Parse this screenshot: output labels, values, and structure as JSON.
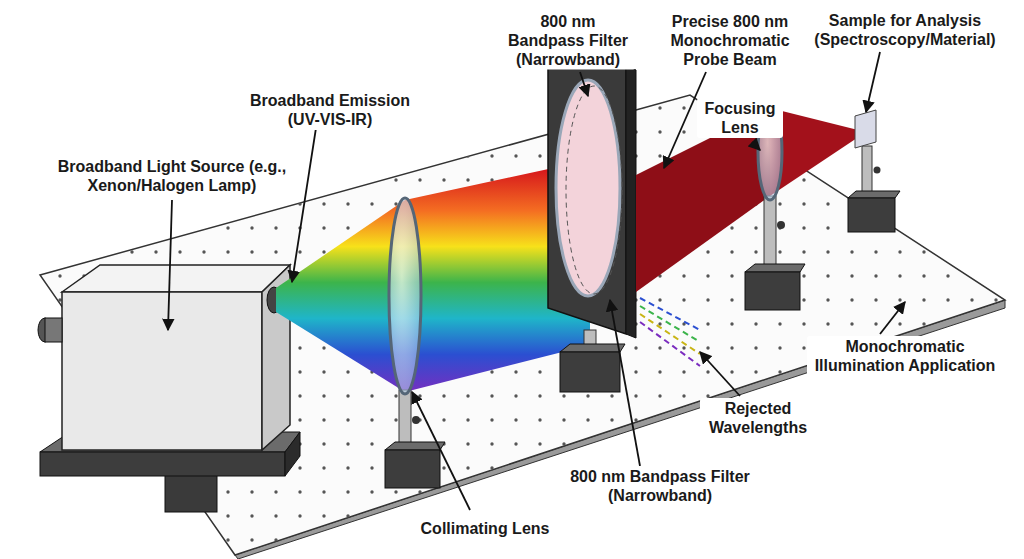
{
  "diagram": {
    "labels": [
      "800 nm Bandpass Filter (Narrowband)",
      "Precise 800 nm Monochromatic Probe Beam",
      "Sample for Analysis (Spectroscopy/Material)",
      "Broadband Emission (UV-VIS-IR)",
      "Focusing Lens",
      "Broadband Light Source (e.g., Xenon/Halogen Lamp)",
      "Monochromatic Illumination Application",
      "Rejected Wavelengths",
      "800 nm Bandpass Filter (Narrowband)",
      "Collimating Lens"
    ]
  }
}
